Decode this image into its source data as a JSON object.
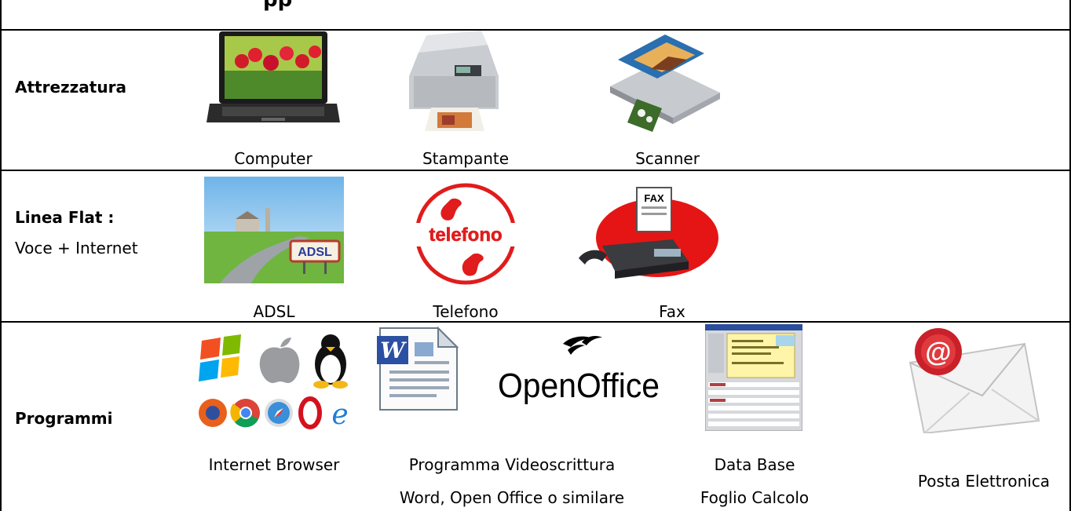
{
  "header_partial": "pp",
  "rows": [
    {
      "label": "Attrezzatura",
      "items": [
        {
          "caption": "Computer",
          "icon": "laptop-icon"
        },
        {
          "caption": "Stampante",
          "icon": "printer-icon"
        },
        {
          "caption": "Scanner",
          "icon": "scanner-icon"
        }
      ]
    },
    {
      "label": "Linea Flat :",
      "sublabel": "Voce + Internet",
      "items": [
        {
          "caption": "ADSL",
          "icon": "adsl-sign-icon",
          "image_text": "ADSL"
        },
        {
          "caption": "Telefono",
          "icon": "telefono-logo-icon",
          "image_text": "telefono"
        },
        {
          "caption": "Fax",
          "icon": "fax-machine-icon",
          "image_text": "FAX"
        }
      ]
    },
    {
      "label": "Programmi",
      "items": [
        {
          "caption": "Internet Browser",
          "icon": "os-browser-logos-icon"
        },
        {
          "caption": "Programma Videoscrittura",
          "caption2": "Word, Open Office o similare",
          "icon": "word-document-icon"
        },
        {
          "caption": "",
          "icon": "openoffice-logo-icon",
          "image_text": "OpenOffice"
        },
        {
          "caption": "Data Base",
          "caption2": "Foglio Calcolo",
          "icon": "database-screenshot-icon"
        },
        {
          "caption": "Posta Elettronica",
          "icon": "email-envelope-icon"
        }
      ]
    }
  ]
}
